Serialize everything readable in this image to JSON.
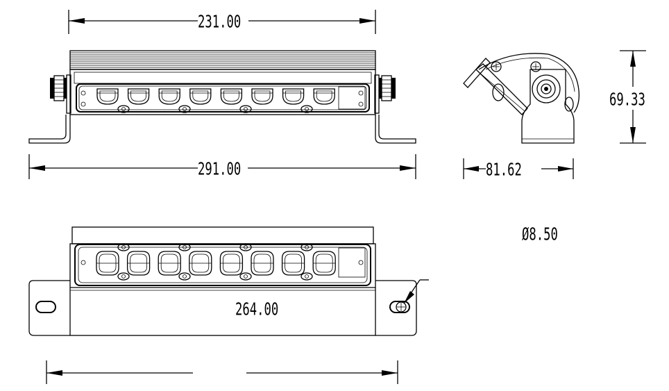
{
  "dimensions": {
    "top_width": "231.00",
    "overall_width": "291.00",
    "side_width": "81.62",
    "side_height": "69.33",
    "hole_diameter": "Ø8.50",
    "hole_spacing": "264.00"
  },
  "lens_count": 8
}
